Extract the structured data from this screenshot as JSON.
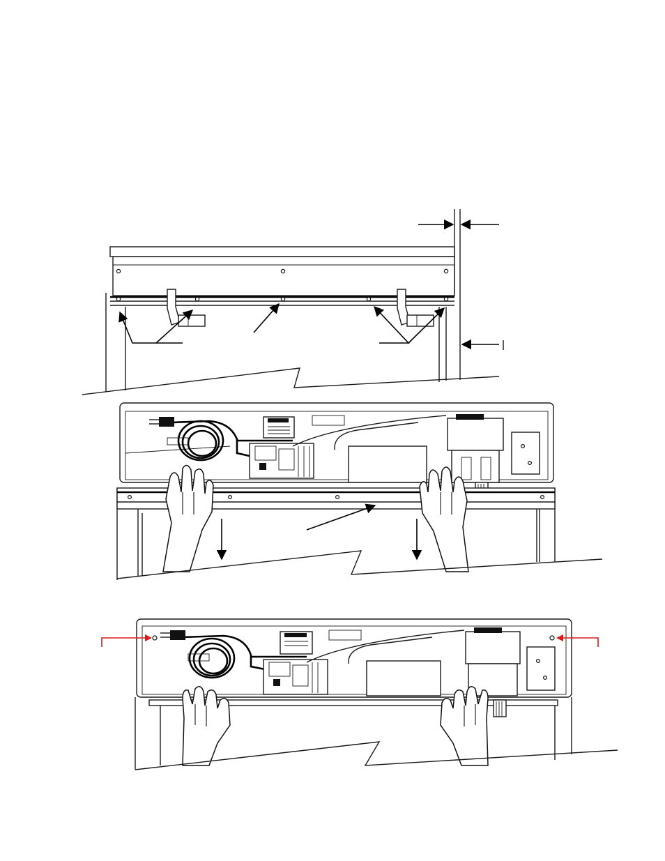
{
  "figure": {
    "panels": [
      {
        "id": "top",
        "description_label": ""
      },
      {
        "id": "middle",
        "description_label": ""
      },
      {
        "id": "bottom",
        "description_label": ""
      }
    ]
  },
  "colors": {
    "line": "#1a1a1a",
    "accent": "#d81c1c",
    "background": "#ffffff"
  },
  "icons": [
    "down-arrow-icon",
    "right-arrow-icon",
    "left-arrow-icon",
    "hand-icon",
    "screw-icon"
  ]
}
